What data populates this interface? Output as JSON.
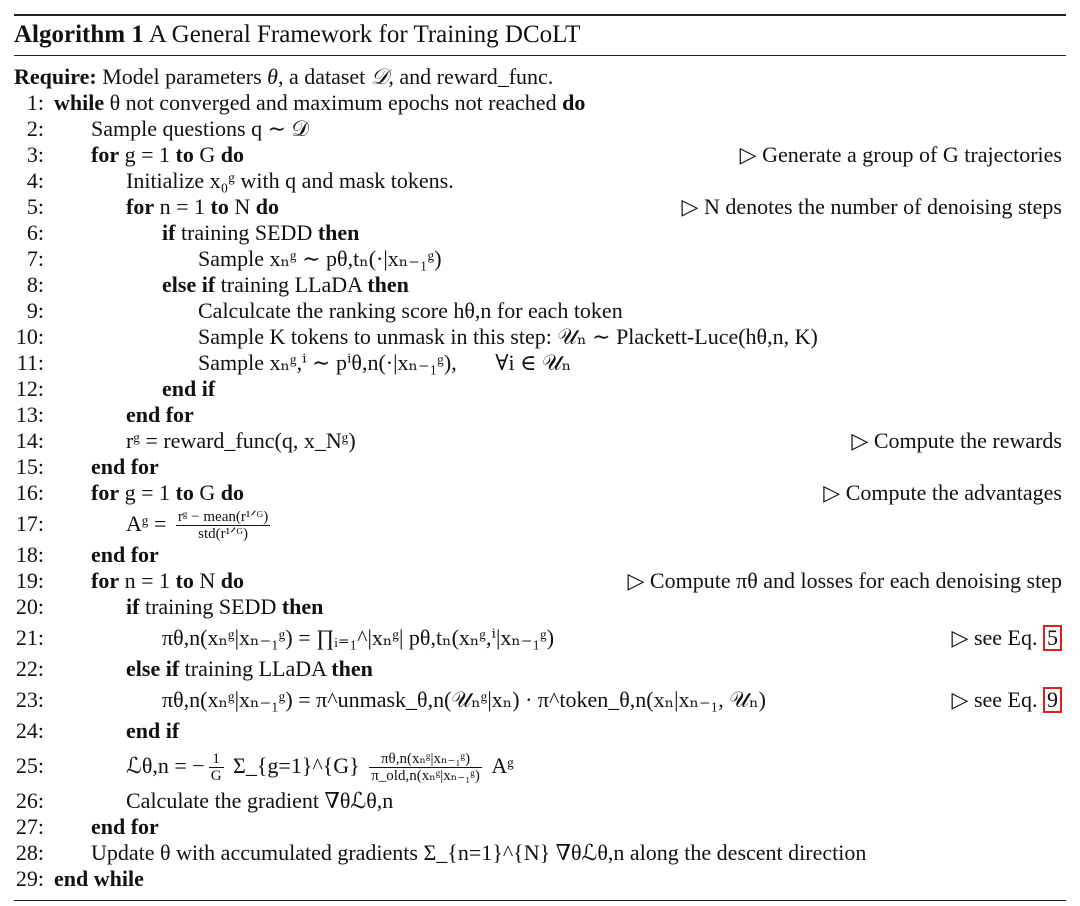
{
  "algorithm": {
    "label": "Algorithm 1",
    "title": "A General Framework for Training DCoLT",
    "require_keyword": "Require:",
    "require_text_a": "Model parameters ",
    "require_text_b": ", a dataset ",
    "require_text_c": ", and reward_func.",
    "lines": [
      {
        "n": "1:",
        "kw1": "while",
        "text": " θ not converged and maximum epochs not reached ",
        "kw2": "do"
      },
      {
        "n": "2:",
        "text": "Sample questions q ∼ 𝒟"
      },
      {
        "n": "3:",
        "kw1": "for",
        "text": " g = 1 ",
        "kw2": "to",
        "text2": " G ",
        "kw3": "do",
        "comment": "▷ Generate a group of G trajectories"
      },
      {
        "n": "4:",
        "text": "Initialize x₀ᵍ with q and mask tokens."
      },
      {
        "n": "5:",
        "kw1": "for",
        "text": " n = 1 ",
        "kw2": "to",
        "text2": " N ",
        "kw3": "do",
        "comment": "▷ N denotes the number of denoising steps"
      },
      {
        "n": "6:",
        "kw1": "if",
        "text": " training SEDD ",
        "kw2": "then"
      },
      {
        "n": "7:",
        "text": "Sample xₙᵍ ∼ pθ,tₙ(·|xₙ₋₁ᵍ)"
      },
      {
        "n": "8:",
        "kw1": "else if",
        "text": " training LLaDA ",
        "kw2": "then"
      },
      {
        "n": "9:",
        "text": "Calculcate the ranking score hθ,n for each token"
      },
      {
        "n": "10:",
        "text": "Sample K tokens to unmask in this step: 𝒰ₙ ∼ Plackett-Luce(hθ,n, K)"
      },
      {
        "n": "11:",
        "text": "Sample xₙᵍ,ⁱ ∼ pⁱθ,n(·|xₙ₋₁ᵍ),       ∀i ∈ 𝒰ₙ"
      },
      {
        "n": "12:",
        "kw1": "end if"
      },
      {
        "n": "13:",
        "kw1": "end for"
      },
      {
        "n": "14:",
        "text": "rᵍ = reward_func(q, x_Nᵍ)",
        "comment": "▷ Compute the rewards"
      },
      {
        "n": "15:",
        "kw1": "end for"
      },
      {
        "n": "16:",
        "kw1": "for",
        "text": " g = 1 ",
        "kw2": "to",
        "text2": " G ",
        "kw3": "do",
        "comment": "▷ Compute the advantages"
      },
      {
        "n": "17:",
        "text_a": "Aᵍ = ",
        "frac_num": "rᵍ − mean(r¹ᐟᴳ)",
        "frac_den": "std(r¹ᐟᴳ)"
      },
      {
        "n": "18:",
        "kw1": "end for"
      },
      {
        "n": "19:",
        "kw1": "for",
        "text": " n = 1 ",
        "kw2": "to",
        "text2": " N ",
        "kw3": "do",
        "comment": "▷ Compute πθ and losses for each denoising step"
      },
      {
        "n": "20:",
        "kw1": "if",
        "text": " training SEDD ",
        "kw2": "then"
      },
      {
        "n": "21:",
        "text": "πθ,n(xₙᵍ|xₙ₋₁ᵍ) = ∏ᵢ₌₁^|xₙᵍ| pθ,tₙ(xₙᵍ,ⁱ|xₙ₋₁ᵍ)",
        "comment": "▷ see Eq.",
        "ref": "5"
      },
      {
        "n": "22:",
        "kw1": "else if",
        "text": " training LLaDA ",
        "kw2": "then"
      },
      {
        "n": "23:",
        "text": "πθ,n(xₙᵍ|xₙ₋₁ᵍ) = π^unmask_θ,n(𝒰ₙᵍ|xₙ) · π^token_θ,n(xₙ|xₙ₋₁, 𝒰ₙ)",
        "comment": "▷ see Eq.",
        "ref": "9"
      },
      {
        "n": "24:",
        "kw1": "end if"
      },
      {
        "n": "25:",
        "text_a": "ℒθ,n = −",
        "frac2_num": "1",
        "frac2_den": "G",
        "text_b": " Σ_{g=1}^{G} ",
        "frac_num": "πθ,n(xₙᵍ|xₙ₋₁ᵍ)",
        "frac_den": "π_old,n(xₙᵍ|xₙ₋₁ᵍ)",
        "text_c": " Aᵍ"
      },
      {
        "n": "26:",
        "text": "Calculate the gradient ∇θℒθ,n"
      },
      {
        "n": "27:",
        "kw1": "end for"
      },
      {
        "n": "28:",
        "text": "Update θ with accumulated gradients Σ_{n=1}^{N} ∇θℒθ,n along the descent direction"
      },
      {
        "n": "29:",
        "kw1": "end while"
      }
    ]
  }
}
